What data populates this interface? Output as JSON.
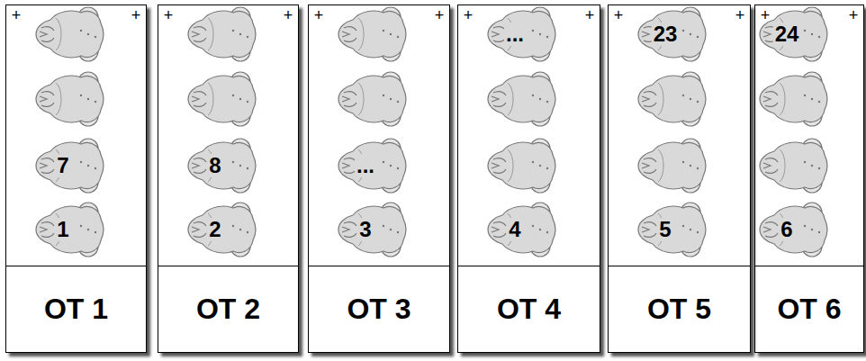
{
  "diagram": {
    "nodes": [
      {
        "text": [
          "OT 1"
        ]
      },
      {
        "text": [
          "OT 2"
        ]
      },
      {
        "text": [
          "OT 3"
        ]
      },
      {
        "text": [
          "OT 4"
        ]
      },
      {
        "text": [
          "OT 5"
        ]
      },
      {
        "text": [
          "OT 6"
        ]
      }
    ],
    "labels": [
      "+",
      "+",
      "7",
      "1",
      "+",
      "+",
      "8",
      "2",
      "+",
      "+",
      "...",
      "3",
      "+",
      "+",
      "...",
      "4",
      "+",
      "+",
      "23",
      "5",
      "+",
      "+",
      "24",
      "6"
    ]
  }
}
